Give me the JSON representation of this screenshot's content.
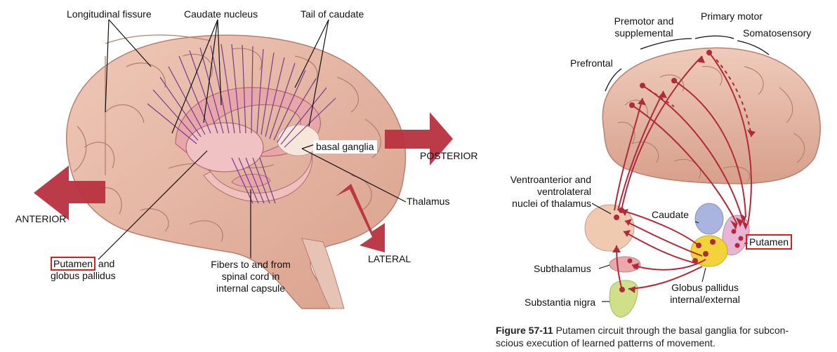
{
  "left": {
    "longitudinal_fissure": "Longitudinal fissure",
    "caudate_nucleus": "Caudate nucleus",
    "tail_of_caudate": "Tail of caudate",
    "basal_ganglia": "basal ganglia",
    "posterior": "POSTERIOR",
    "anterior": "ANTERIOR",
    "thalamus": "Thalamus",
    "lateral": "LATERAL",
    "putamen": "Putamen",
    "and": " and",
    "globus_pallidus": "globus pallidus",
    "fibers_line1": "Fibers to and from",
    "fibers_line2": "spinal cord in",
    "fibers_line3": "internal capsule"
  },
  "right": {
    "premotor_line1": "Premotor and",
    "premotor_line2": "supplemental",
    "primary_motor": "Primary motor",
    "somatosensory": "Somatosensory",
    "prefrontal": "Prefrontal",
    "va_line1": "Ventroanterior and",
    "va_line2": "ventrolateral",
    "va_line3": "nuclei of thalamus",
    "caudate": "Caudate",
    "putamen": "Putamen",
    "subthalamus": "Subthalamus",
    "gp_line1": "Globus pallidus",
    "gp_line2": "internal/external",
    "substantia_nigra": "Substantia nigra"
  },
  "caption": {
    "figure_number": "Figure 57-11",
    "text_line1": "Putamen circuit through the basal ganglia for subcon-",
    "text_line2": "scious execution of learned patterns of movement."
  },
  "colors": {
    "brain": "#e4b4a0",
    "brain_dark": "#c98f7c",
    "arrow": "#b8303f",
    "pathway": "#b02a3a",
    "fiber": "#7a3a8a",
    "caudate_blue": "#aab4e0",
    "putamen_pink": "#e7b6d6",
    "gp_yellow": "#f2d43a",
    "thalamus": "#efc9b0",
    "subthalamus": "#e7a9a9",
    "nigra": "#cfdf8a",
    "highlight_box": "#d62020"
  }
}
